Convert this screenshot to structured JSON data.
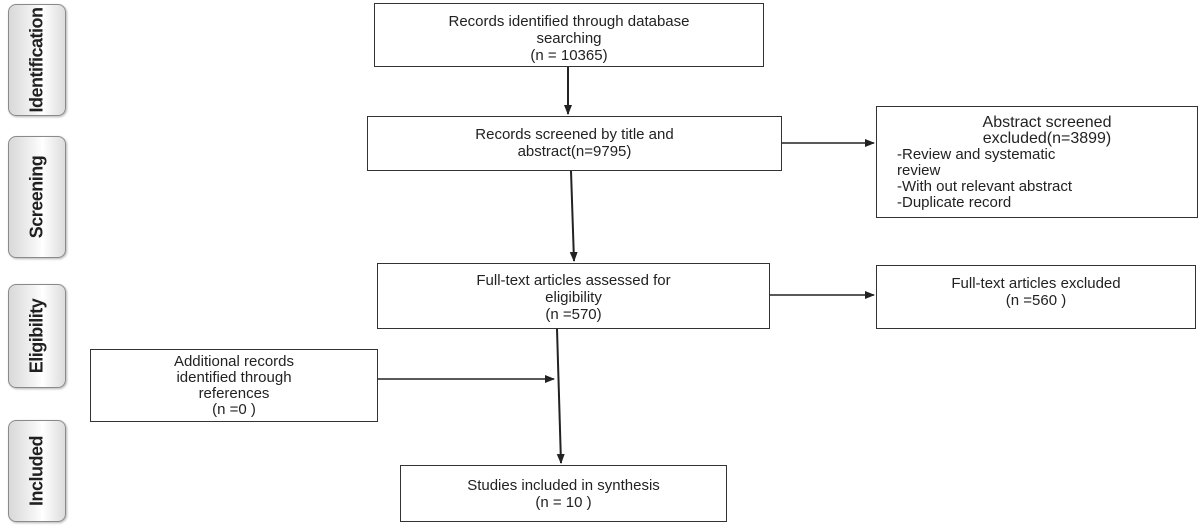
{
  "stages": [
    {
      "id": "identification",
      "label": "Identification"
    },
    {
      "id": "screening",
      "label": "Screening"
    },
    {
      "id": "eligibility",
      "label": "Eligibility"
    },
    {
      "id": "included",
      "label": "Included"
    }
  ],
  "boxes": {
    "identified": {
      "lines": [
        "Records identified through database",
        "searching",
        "(n =  10365)"
      ]
    },
    "screened": {
      "lines": [
        "Records screened by title and",
        "abstract(n=9795)"
      ]
    },
    "abstract_excluded": {
      "title_lines": [
        "Abstract screened",
        "excluded(n=3899)"
      ],
      "items": [
        "-Review and systematic",
        "review",
        "-With out relevant abstract",
        "-Duplicate record"
      ]
    },
    "fulltext_assessed": {
      "lines": [
        "Full-text articles assessed for",
        "eligibility",
        "(n =570)"
      ]
    },
    "fulltext_excluded": {
      "lines": [
        "Full-text articles excluded",
        "(n =560 )"
      ]
    },
    "additional": {
      "lines": [
        "Additional records",
        "identified through",
        "references",
        "(n =0   )"
      ]
    },
    "included": {
      "lines": [
        "Studies included in synthesis",
        "(n  =  10 )"
      ]
    }
  },
  "colors": {
    "stroke": "#222222",
    "stage_border": "#8a8a8a"
  }
}
